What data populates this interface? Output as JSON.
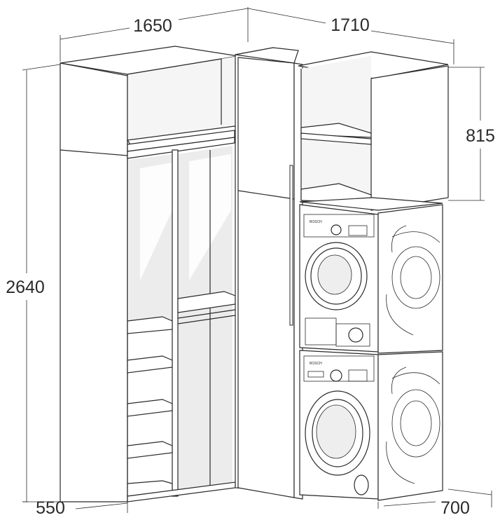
{
  "dimensions": {
    "width_left": "1650",
    "width_right": "1710",
    "height_total": "2640",
    "height_upper_cabinet": "815",
    "depth_left": "550",
    "depth_right": "700"
  },
  "appliances": {
    "dryer_brand": "BOSCH",
    "washer_brand": "BOSCH"
  },
  "colors": {
    "line": "#2a2a2a",
    "interior_shade": "#ececec",
    "background": "#ffffff"
  }
}
